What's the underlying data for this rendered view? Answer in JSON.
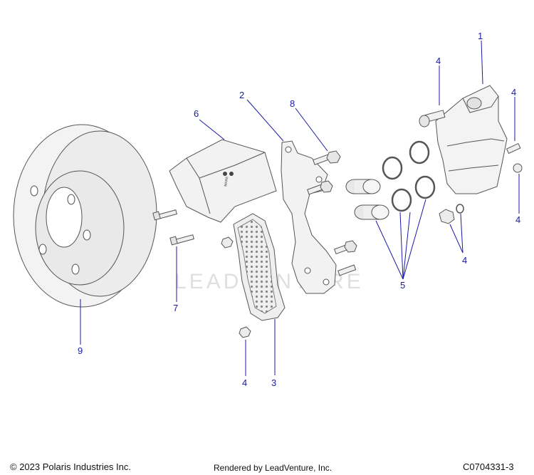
{
  "callouts": [
    {
      "id": "c1",
      "label": "1"
    },
    {
      "id": "c2",
      "label": "2"
    },
    {
      "id": "c3",
      "label": "3"
    },
    {
      "id": "c4a",
      "label": "4"
    },
    {
      "id": "c4b",
      "label": "4"
    },
    {
      "id": "c4c",
      "label": "4"
    },
    {
      "id": "c4d",
      "label": "4"
    },
    {
      "id": "c4e",
      "label": "4"
    },
    {
      "id": "c5",
      "label": "5"
    },
    {
      "id": "c6",
      "label": "6"
    },
    {
      "id": "c7",
      "label": "7"
    },
    {
      "id": "c8",
      "label": "8"
    },
    {
      "id": "c9",
      "label": "9"
    }
  ],
  "watermark": "LEADVENTURE",
  "footer": {
    "copyright": "© 2023 Polaris Industries Inc.",
    "rendered_by": "Rendered by LeadVenture, Inc.",
    "diagram_code": "C0704331-3"
  },
  "colors": {
    "callout": "#1a1aa6",
    "part_fill": "#f1f1f1",
    "part_stroke": "#555555"
  }
}
